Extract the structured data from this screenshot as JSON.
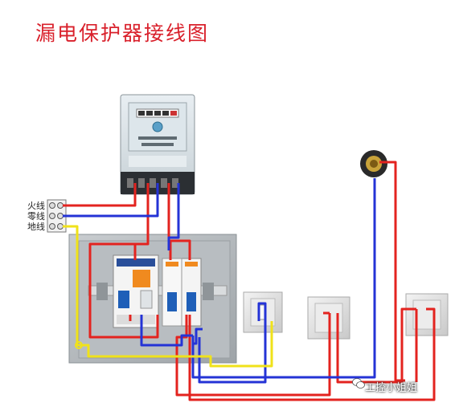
{
  "title": "漏电保护器接线图",
  "terminals": {
    "live": "火线",
    "neutral": "零线",
    "ground": "地线"
  },
  "watermark": "工控小姐姐",
  "colors": {
    "live": "#e3231f",
    "neutral": "#2433d6",
    "ground": "#f0e21a",
    "title": "#d9202b"
  },
  "icons": [
    "energy-meter-icon",
    "rcd-breaker-icon",
    "breaker-icon",
    "switch-plate-icon",
    "socket-icon",
    "lamp-holder-icon",
    "wechat-icon"
  ]
}
